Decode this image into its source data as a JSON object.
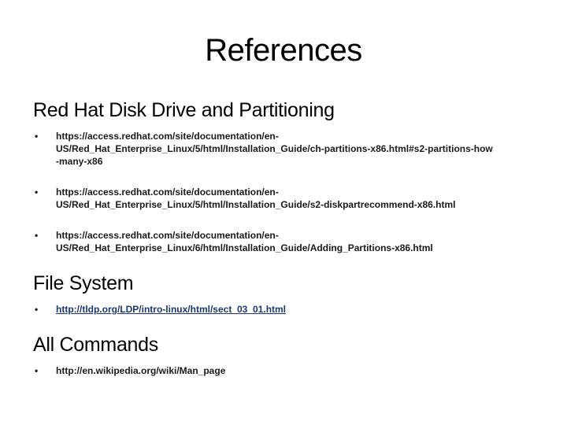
{
  "slide": {
    "title": "References"
  },
  "colors": {
    "background": "#FFFFFF",
    "body_text": "#1A1A1A",
    "heading_text": "#000000",
    "link_text": "#1F3864"
  },
  "bullet_glyph": "•",
  "sections": [
    {
      "heading": "Red Hat Disk Drive and Partitioning",
      "bullets": [
        {
          "is_link": false,
          "lines": [
            "https://access.redhat.com/site/documentation/en-",
            "US/Red_Hat_Enterprise_Linux/5/html/Installation_Guide/ch-partitions-x86.html#s2-partitions-how",
            "-many-x86"
          ]
        },
        {
          "is_link": false,
          "lines": [
            "https://access.redhat.com/site/documentation/en-",
            "US/Red_Hat_Enterprise_Linux/5/html/Installation_Guide/s2-diskpartrecommend-x86.html"
          ]
        },
        {
          "is_link": false,
          "lines": [
            "https://access.redhat.com/site/documentation/en-",
            "US/Red_Hat_Enterprise_Linux/6/html/Installation_Guide/Adding_Partitions-x86.html"
          ]
        }
      ]
    },
    {
      "heading": "File System",
      "bullets": [
        {
          "is_link": true,
          "lines": [
            "http://tldp.org/LDP/intro-linux/html/sect_03_01.html"
          ]
        }
      ]
    },
    {
      "heading": "All Commands",
      "bullets": [
        {
          "is_link": false,
          "lines": [
            "http://en.wikipedia.org/wiki/Man_page"
          ]
        }
      ]
    }
  ]
}
